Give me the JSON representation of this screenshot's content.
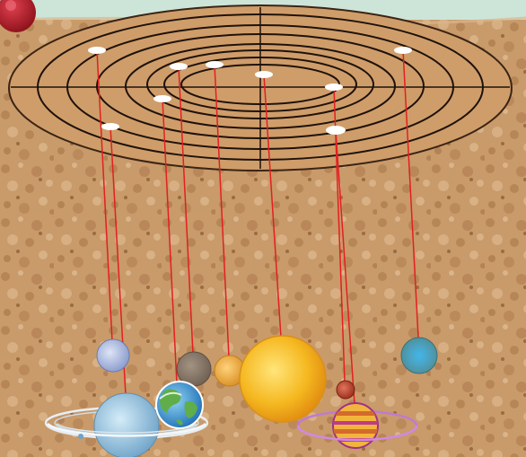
{
  "scene": {
    "colors": {
      "background_mint": "#cde5d8",
      "cork_base": "#c99a6a",
      "cork_dark": "#a06c3f",
      "cork_light": "#e2c097",
      "disc_fill": "#cf9d6a",
      "disc_rim": "#3a2414",
      "orbit_lines": "#1e120a",
      "string": "#e22020",
      "pin": "#b31b26"
    }
  },
  "board": {
    "pin": {
      "name": "pushpin",
      "color": "#b31b26"
    },
    "disc": {
      "name": "orbit-disc",
      "ring_count": 7
    }
  },
  "bodies": [
    {
      "name": "sun",
      "color": "#f5b820"
    },
    {
      "name": "mercury",
      "color": "#b5442e"
    },
    {
      "name": "venus",
      "color": "#e9a53a"
    },
    {
      "name": "earth",
      "color": "#3f9fd6"
    },
    {
      "name": "mars",
      "color": "#86786a"
    },
    {
      "name": "jupiter",
      "color": "#f1b53b"
    },
    {
      "name": "saturn",
      "color": "#b7d8ea"
    },
    {
      "name": "uranus",
      "color": "#aebde0"
    },
    {
      "name": "neptune",
      "color": "#5fa0b5"
    }
  ]
}
